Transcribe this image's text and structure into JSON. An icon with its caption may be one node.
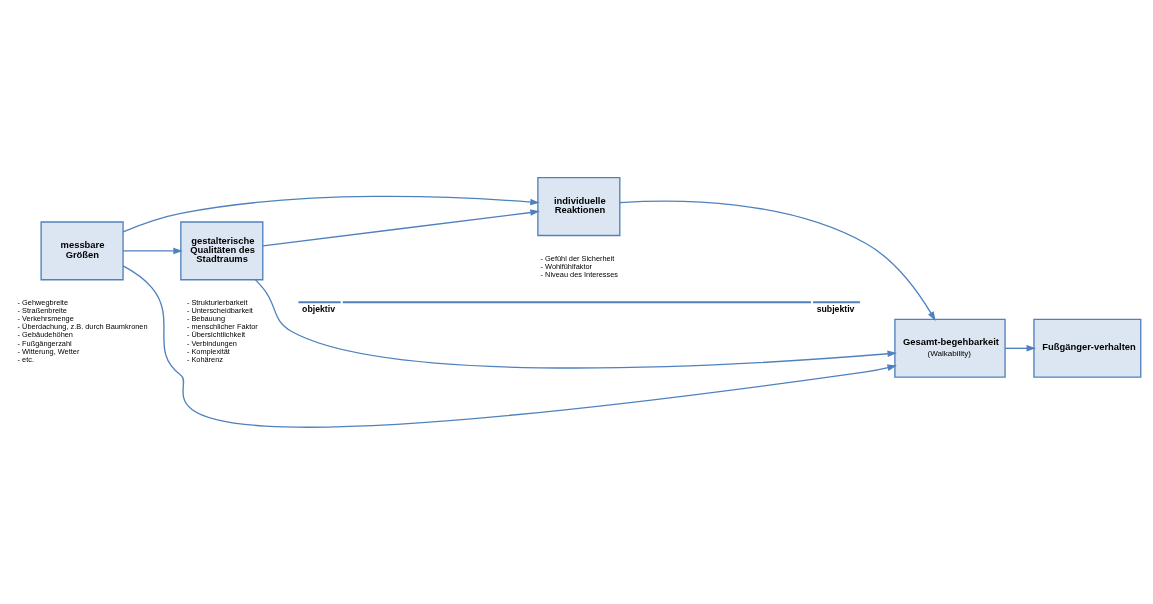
{
  "diagram": {
    "nodes": [
      {
        "text": [
          "messbare Größen"
        ],
        "beside": [
          "- Gehwegbreite",
          "- Straßenbreite",
          "- Verkehrsmenge",
          "- Überdachung, z.B. durch Baumkronen",
          "- Gebäudehöhen",
          "- Fußgängerzahl",
          "- Witterung, Wetter",
          "- etc."
        ]
      },
      {
        "text": [
          "gestalterische Qualitäten des Stadtraums"
        ],
        "beside": [
          "- Strukturierbarkeit",
          "- Unterscheidbarkeit",
          "- Bebauung",
          "- menschlicher Faktor",
          "- Übersichtlichkeit",
          "- Verbindungen",
          "- Komplexität",
          "- Kohärenz"
        ]
      },
      {
        "text": [
          "individuelle Reaktionen"
        ],
        "beside": [
          "- Gefühl der Sicherheit",
          "- Wohlfühlfaktor",
          "- Niveau des Interesses"
        ]
      },
      {
        "text": [
          "Gesamt-begehbarkeit",
          "(Walkability)"
        ]
      },
      {
        "text": [
          "Fußgänger-verhalten"
        ]
      }
    ],
    "edges": [
      {
        "from": 0,
        "to": 3,
        "arrow": "to"
      },
      {
        "from": 0,
        "to": 2,
        "arrow": "to"
      },
      {
        "from": 0,
        "to": 1,
        "arrow": "to"
      },
      {
        "from": 1,
        "to": 3,
        "arrow": "to"
      },
      {
        "from": 1,
        "to": 2,
        "arrow": "to"
      },
      {
        "from": 2,
        "to": 3,
        "arrow": "to"
      },
      {
        "from": 3,
        "to": 4,
        "arrow": "to"
      }
    ],
    "labels": [
      "objektiv",
      "subjektiv"
    ]
  }
}
